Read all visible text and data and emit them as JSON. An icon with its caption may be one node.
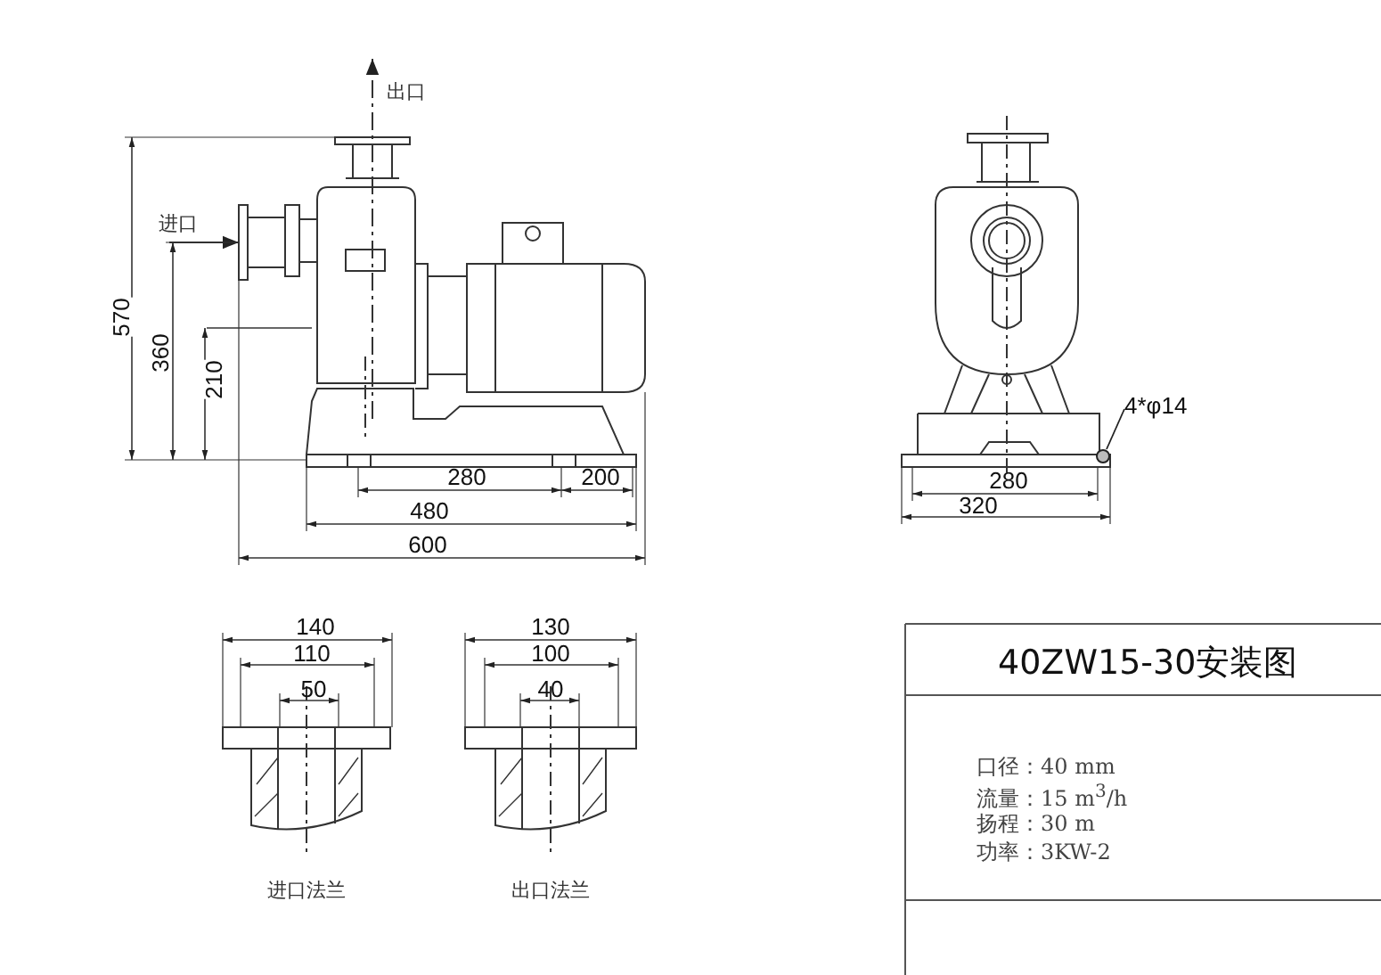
{
  "diagram": {
    "title": "40ZW15-30安装图",
    "nodes": [
      {
        "text": [
          "4*φ14"
        ]
      },
      {
        "text": [],
        "shape": "circle"
      }
    ],
    "edges": [
      {
        "from": 0,
        "to": 1,
        "arrow": "none"
      }
    ],
    "labels": [
      "出口",
      "进口",
      "570",
      "360",
      "210",
      "280",
      "200",
      "480",
      "600",
      "280",
      "320",
      "140",
      "110",
      "50",
      "130",
      "100",
      "40",
      "进口法兰",
      "出口法兰",
      "口径：40 mm",
      "流量：15 m$^{3}$/h",
      "扬程：30 m",
      "功率：3KW-2"
    ]
  }
}
